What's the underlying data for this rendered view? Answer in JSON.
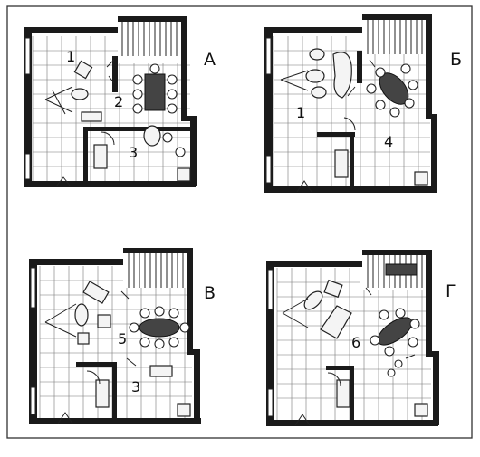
{
  "plans": [
    {
      "letter": "А",
      "rooms": [
        "1",
        "2",
        "3"
      ]
    },
    {
      "letter": "Б",
      "rooms": [
        "1",
        "4"
      ]
    },
    {
      "letter": "В",
      "rooms": [
        "5",
        "3"
      ]
    },
    {
      "letter": "Г",
      "rooms": [
        "6"
      ]
    }
  ],
  "colors": {
    "ink": "#1a1a1a",
    "paper": "#ffffff",
    "tile_grid": "#777777"
  }
}
